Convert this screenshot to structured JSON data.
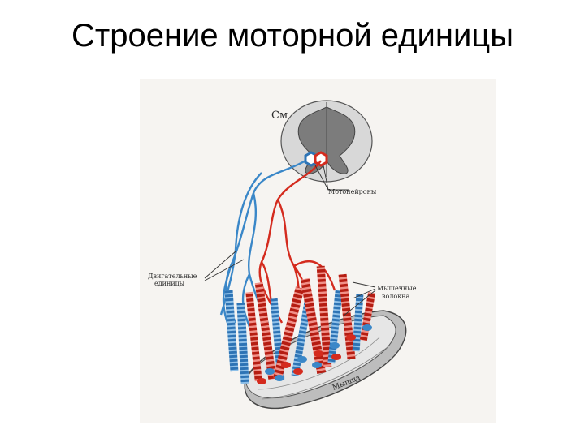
{
  "slide": {
    "title": "Строение моторной единицы"
  },
  "diagram": {
    "labels": {
      "spinal_cord": "См",
      "motoneurons": "Мотонейроны",
      "motor_units_line1": "Двигательные",
      "motor_units_line2": "единицы",
      "muscle_fibers_line1": "Мышечные",
      "muscle_fibers_line2": "волокна",
      "muscle": "Мышца"
    },
    "colors": {
      "blue_unit": "#3a87c8",
      "red_unit": "#d42b1e",
      "gray_matter": "#7c7c7c",
      "muscle_base": "#c9c9c9",
      "background": "#f6f4f1"
    }
  }
}
